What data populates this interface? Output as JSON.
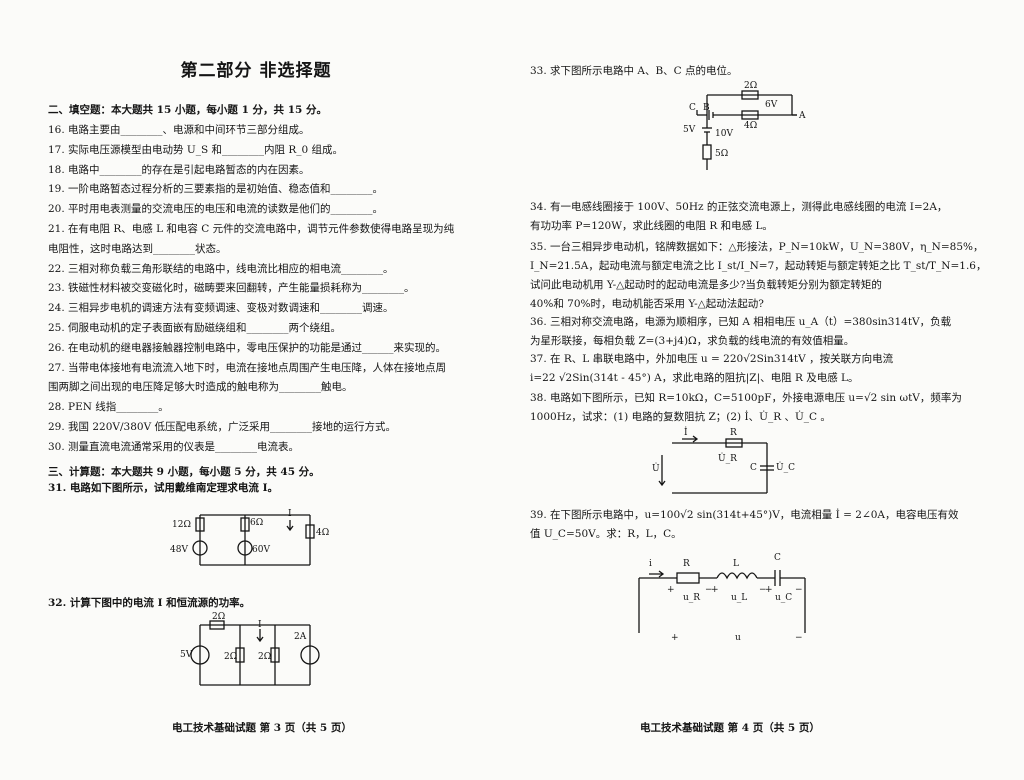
{
  "left": {
    "part_title": "第二部分    非选择题",
    "section2_header": "二、填空题：本大题共 15 小题，每小题 1 分，共 15 分。",
    "fill_items": [
      "16.  电路主要由________、电源和中间环节三部分组成。",
      "17.  实际电压源模型由电动势 U_S 和________内阻 R_0 组成。",
      "18.  电路中________的存在是引起电路暂态的内在因素。",
      "19.  一阶电路暂态过程分析的三要素指的是初始值、稳态值和________。",
      "20.  平时用电表测量的交流电压的电压和电流的读数是他们的________。",
      "21.  在有电阻 R、电感 L 和电容 C 元件的交流电路中，调节元件参数使得电路呈现为纯",
      "      电阻性，这时电路达到________状态。",
      "22.  三相对称负载三角形联结的电路中，线电流比相应的相电流________。",
      "23.  铁磁性材料被交变磁化时，磁畴要来回翻转，产生能量损耗称为________。",
      "24.  三相异步电机的调速方法有变频调速、变极对数调速和________调速。",
      "25.  伺服电动机的定子表面嵌有励磁绕组和________两个绕组。",
      "26.  在电动机的继电器接触器控制电路中，零电压保护的功能是通过______来实现的。",
      "27.  当带电体接地有电流流入地下时，电流在接地点周围产生电压降，人体在接地点周",
      "      围两脚之间出现的电压降足够大时造成的触电称为________触电。",
      "28.  PEN 线指________。",
      "29.  我国 220V/380V 低压配电系统，广泛采用________接地的运行方式。",
      "30.  测量直流电流通常采用的仪表是________电流表。"
    ],
    "section3_header": "三、计算题：本大题共 9 小题，每小题 5 分，共 45 分。",
    "q31": "31.  电路如下图所示，试用戴维南定理求电流 I。",
    "q31_labels": {
      "r1": "12Ω",
      "r2": "6Ω",
      "r3": "4Ω",
      "i": "I",
      "v1": "48V",
      "v2": "60V"
    },
    "q32": "32.  计算下图中的电流 I 和恒流源的功率。",
    "q32_labels": {
      "r1": "2Ω",
      "r2": "2Ω",
      "r3": "2Ω",
      "i": "I",
      "cs": "2A",
      "v": "5V"
    },
    "footer": "电工技术基础试题    第 3 页（共 5 页）"
  },
  "right": {
    "q33": "33.  求下图所示电路中 A、B、C 点的电位。",
    "q33_labels": {
      "c": "C",
      "b": "B",
      "a": "A",
      "r1": "2Ω",
      "r2": "4Ω",
      "r3": "5Ω",
      "v6": "6V",
      "v5": "5V",
      "v10": "10V"
    },
    "q34": [
      "34.  有一电感线圈接于 100V、50Hz 的正弦交流电源上，测得此电感线圈的电流 I=2A，",
      "      有功功率 P=120W，求此线圈的电阻 R 和电感 L。"
    ],
    "q35": [
      "35.  一台三相异步电动机，铭牌数据如下：△形接法，P_N=10kW，U_N=380V，η_N=85%，",
      "      I_N=21.5A，起动电流与额定电流之比 I_st/I_N=7，起动转矩与额定转矩之比 T_st/T_N=1.6，",
      "      试问此电动机用 Y-△起动时的起动电流是多少?当负载转矩分别为额定转矩的",
      "      40%和 70%时，电动机能否采用 Y-△起动法起动?"
    ],
    "q36": [
      "36.  三相对称交流电路，电源为顺相序，已知 A 相相电压 u_A（t）=380sin314tV，负载",
      "      为星形联接，每相负载 Z=(3+j4)Ω，求负载的线电流的有效值相量。"
    ],
    "q37": [
      "37.   在 R、L 串联电路中，外加电压 u = 220√2Sin314tV ，按关联方向电流",
      "      i=22 √2Sin(314t - 45°) A，求此电路的阻抗|Z|、电阻 R 及电感 L。"
    ],
    "q38": [
      "38.  电路如下图所示，已知 R=10kΩ，C=5100pF，外接电源电压 u=√2 sin ωtV，频率为",
      "      1000Hz，试求：(1) 电路的复数阻抗 Z；(2) İ、U̇_R 、U̇_C 。"
    ],
    "q38_labels": {
      "i": "İ",
      "r": "R",
      "ur": "U̇_R",
      "u": "U̇",
      "c": "C",
      "uc": "U̇_C"
    },
    "q39": [
      "39.  在下图所示电路中，u=100√2 sin(314t+45°)V，电流相量 İ = 2∠0A，电容电压有效",
      "      值 U_C=50V。求：R，L，C。"
    ],
    "q39_labels": {
      "i": "i",
      "r": "R",
      "l": "L",
      "c": "C",
      "ur": "u_R",
      "ul": "u_L",
      "uc": "u_C",
      "u": "u",
      "plus": "+",
      "minus": "−"
    },
    "footer": "电工技术基础试题    第 4 页（共 5 页）"
  }
}
